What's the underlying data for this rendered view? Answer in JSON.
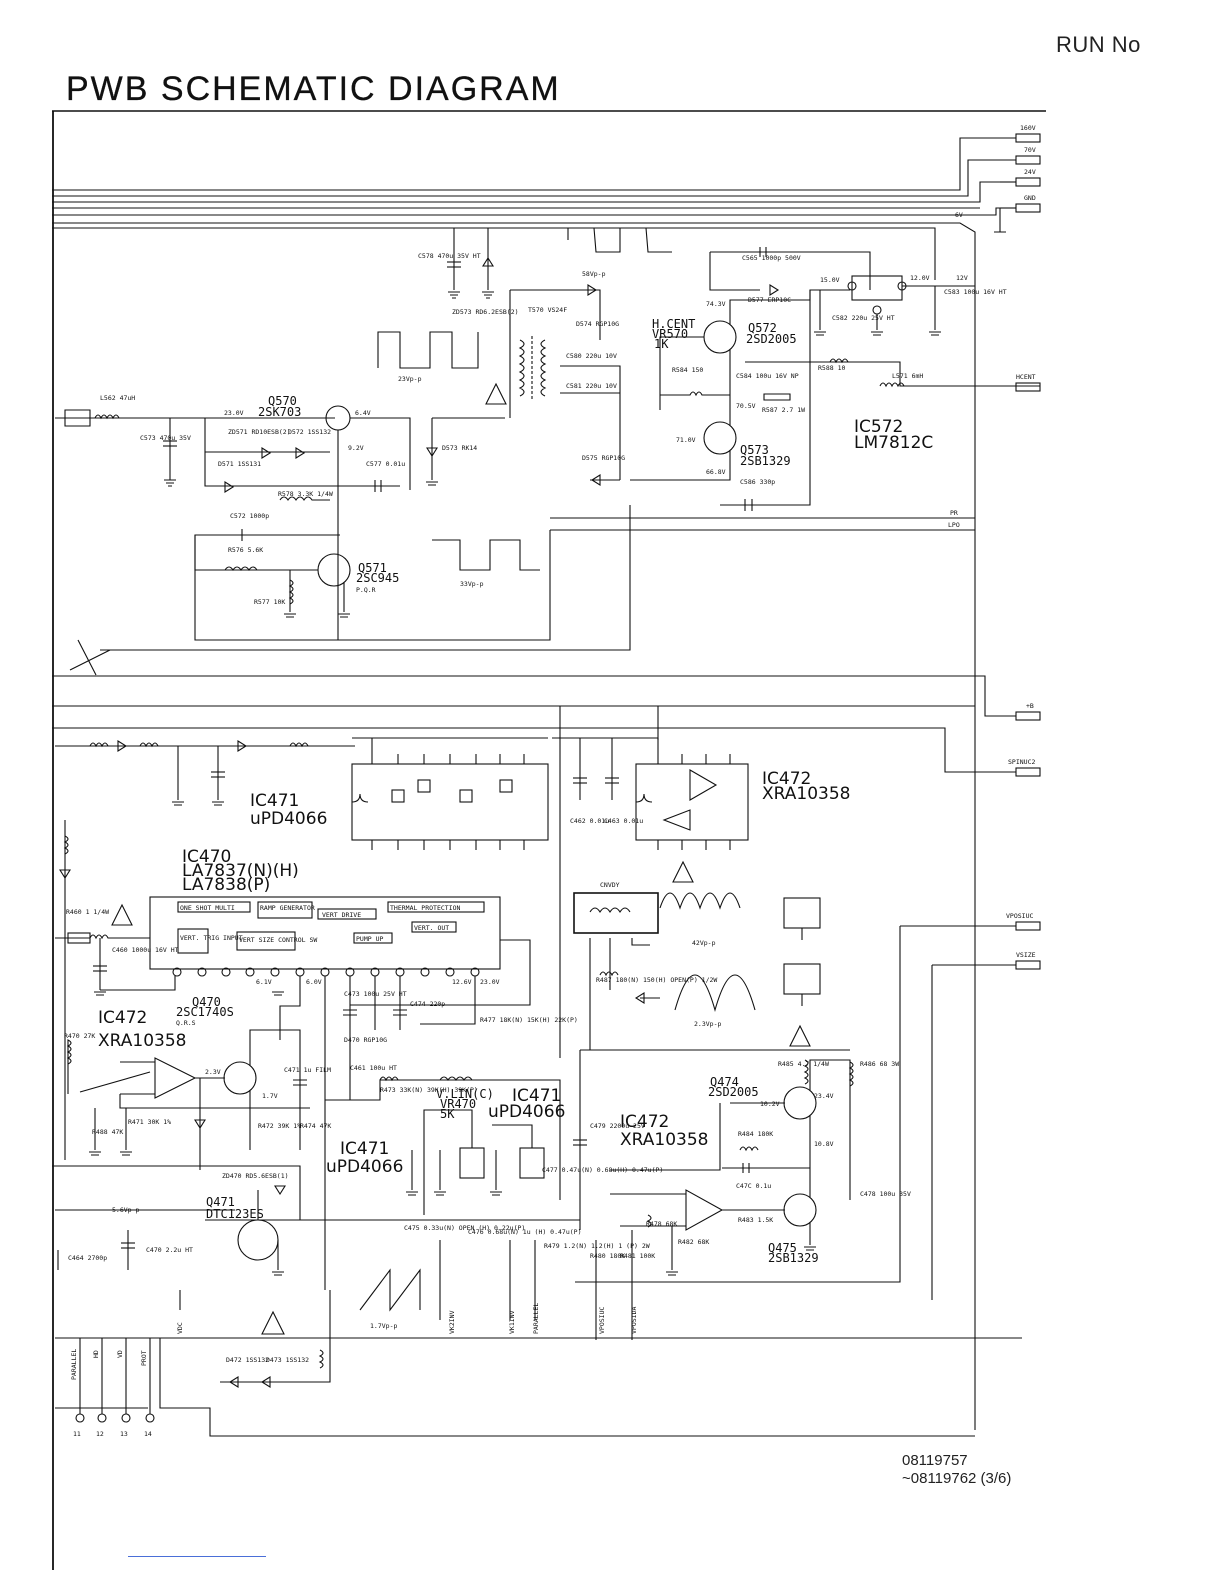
{
  "header": {
    "run_no": "RUN No",
    "title": "PWB SCHEMATIC DIAGRAM"
  },
  "footer": {
    "doc_no_line1": "08119757",
    "doc_no_line2": "~08119762 (3/6)"
  },
  "rails": [
    "160V",
    "70V",
    "24V",
    "GND",
    "6V",
    "HCENT",
    "PR",
    "LPO",
    "+B",
    "SPINUC2",
    "VPOSIUC",
    "VSIZE"
  ],
  "components": {
    "q570": {
      "ref": "Q570",
      "part": "2SK703"
    },
    "q571": {
      "ref": "Q571",
      "part": "2SC945",
      "rank": "P.Q.R"
    },
    "q572": {
      "ref": "Q572",
      "part": "2SD2005"
    },
    "q573": {
      "ref": "Q573",
      "part": "2SB1329"
    },
    "ic572": {
      "ref": "IC572",
      "part": "LM7812C"
    },
    "vr570": {
      "ref": "H.CENT",
      "part": "VR570",
      "value": "1K"
    },
    "ic471_a": {
      "ref": "IC471",
      "part": "uPD4066"
    },
    "ic472_a": {
      "ref": "IC472",
      "part": "XRA10358"
    },
    "ic470": {
      "ref": "IC470",
      "part_1": "LA7837(N)(H)",
      "part_2": "LA7838(P)"
    },
    "q470": {
      "ref": "Q470",
      "part": "2SC1740S",
      "rank": "Q.R.S"
    },
    "ic472_b": {
      "ref": "IC472",
      "part": "XRA10358"
    },
    "ic471_b": {
      "ref": "IC471",
      "part": "uPD4066"
    },
    "vr470": {
      "ref": "V.LIN(C)",
      "part": "VR470",
      "value": "5K"
    },
    "ic471_c": {
      "ref": "IC471",
      "part": "uPD4066"
    },
    "ic472_c": {
      "ref": "IC472",
      "part": "XRA10358"
    },
    "q474": {
      "ref": "Q474",
      "part": "2SD2005"
    },
    "q475": {
      "ref": "Q475",
      "part": "2SB1329"
    },
    "q471": {
      "ref": "Q471",
      "part": "DTC123ES"
    },
    "cnvdy": {
      "ref": "CNVDY"
    }
  },
  "blocks": {
    "one_shot": "ONE SHOT MULTI",
    "ramp": "RAMP GENERATOR",
    "vert_drive": "VERT DRIVE",
    "thermal": "THERMAL PROTECTION",
    "vert_trig": "VERT. TRIG INPUT",
    "vert_size": "VERT SIZE CONTROL SW",
    "pump_up": "PUMP UP",
    "vert_out": "VERT. OUT"
  },
  "waveforms": {
    "w1": "58Vp-p",
    "w2": "23Vp-p",
    "w3": "33Vp-p",
    "w4": "42Vp-p",
    "w5": "2.3Vp-p",
    "w6": "1.7Vp-p",
    "w7": "5.6Vp-p"
  },
  "values": {
    "c578": "C578 470u 35V HT",
    "c573": "C573 470u 35V",
    "zd573": "ZD573 RD6.2ESB(2)",
    "t570": "T570 VS24F",
    "l562": "L562 47uH",
    "c565": "C565 1000p 500V",
    "d577": "D577 ERP10C",
    "c583": "C583 100u 16V HT",
    "c582": "C582 220u 25V HT",
    "c586": "C586 330p",
    "r588": "R588 10",
    "l571": "L571 6mH",
    "r587": "R587 2.7 1W",
    "c584": "C584 100u 16V NP",
    "r584": "R584 150",
    "c580": "C580 220u 10V",
    "c581": "C581 220u 10V",
    "d574": "D574 RGP10G",
    "d575": "D575 RGP10G",
    "zd571": "ZD571 RD10ESB(2)",
    "d572": "D572 1SS132",
    "d571": "D571 1SS131",
    "d573": "D573 RK14",
    "c577": "C577 0.01u",
    "r578": "R578 3.3K 1/4W",
    "c572": "C572 1000p",
    "r576": "R576 5.6K",
    "r577": "R577 10K",
    "c460": "C460 1000u 16V HT",
    "r460": "R460 1 1/4W",
    "c471": "C471 1u FILM",
    "c473": "C473 100u 25V HT",
    "c474": "C474 220p",
    "r477": "R477 18K(N) 15K(H) 22K(P)",
    "r487": "R487 180(N) 150(H) OPEN(P) 1/2W",
    "c461": "C461 100u HT",
    "d470": "D470 RGP10G",
    "r473": "R473 33K(N) 39K(H) 39K(P)",
    "c479": "C479 2200u 25V",
    "r484": "R484 180K",
    "r485": "R485 4.7 1/4W",
    "r486": "R486 68 3W",
    "c478": "C478 100u 35V",
    "r483": "R483 1.5K",
    "c47c": "C47C 0.1u",
    "r470": "R470 27K",
    "r471": "R471 30K 1%",
    "r488": "R488 47K",
    "r472": "R472 39K 1%",
    "r474": "R474 47K",
    "c464": "C464 2700p",
    "c470": "C470 2.2u HT",
    "c475": "C475 0.33u(N) OPEN (H) 0.22u(P)",
    "c476": "C476 0.68u(N) 1u (H) 0.47u(P)",
    "c477": "C477 0.47u(N) 0.68u(H) 0.47u(P)",
    "r479": "R479 1.2(N) 1.2(H) 1 (P) 2W",
    "r480": "R480 180K",
    "r481": "R481 100K",
    "r478": "R478 68K",
    "r482": "R482 68K",
    "c462": "C462 0.01u",
    "c463": "C463 0.01u",
    "d472": "D472 1SS132",
    "d473": "D473 1SS132",
    "zd470": "ZD470 RD5.6ESB(1)"
  },
  "pins": {
    "p11": "PARALLEL",
    "p12": "HD",
    "p13": "VD",
    "p14": "PROT",
    "bot_vdc": "VDC",
    "bot_vk2": "VK2INV",
    "bot_vk1": "VK1INV",
    "bot_par": "PARALLEL",
    "bot_vp1": "VPOSIUC",
    "bot_vp2": "VPOSIDA",
    "n11": "11",
    "n12": "12",
    "n13": "13",
    "n14": "14"
  },
  "voltages": {
    "v1": "74.3V",
    "v2": "15.0V",
    "v3": "12.0V",
    "v4": "12V",
    "v5": "23.0V",
    "v6": "6.4V",
    "v7": "9.2V",
    "v8": "71.0V",
    "v9": "66.8V",
    "v10": "70.5V",
    "v11": "6.1V",
    "v12": "6.0V",
    "v13": "23.0V",
    "v14": "12.6V",
    "v15": "2.3V",
    "v16": "1.7V",
    "v17": "10.2V",
    "v18": "23.4V",
    "v19": "10.8V"
  }
}
